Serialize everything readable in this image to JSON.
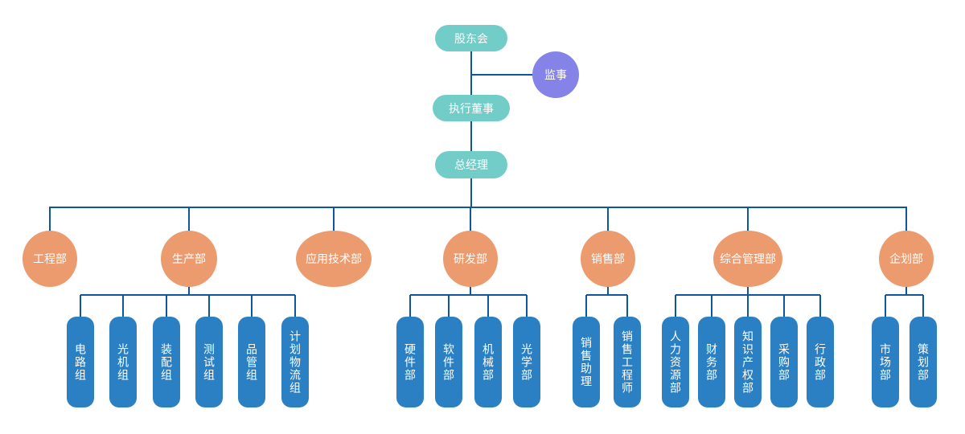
{
  "diagram": {
    "type": "org-chart",
    "governance": [
      {
        "id": "shareholders",
        "label": "股东会",
        "shape": "pill",
        "color": "teal"
      },
      {
        "id": "supervisor",
        "label": "监事",
        "shape": "circle",
        "color": "purple"
      },
      {
        "id": "executive-director",
        "label": "执行董事",
        "shape": "pill",
        "color": "teal"
      },
      {
        "id": "general-manager",
        "label": "总经理",
        "shape": "pill",
        "color": "teal"
      }
    ],
    "departments": [
      {
        "id": "engineering",
        "label": "工程部",
        "color": "orange",
        "children": []
      },
      {
        "id": "production",
        "label": "生产部",
        "color": "orange",
        "children": [
          {
            "id": "circuit-group",
            "label": "电路组"
          },
          {
            "id": "optomechanical-group",
            "label": "光机组"
          },
          {
            "id": "assembly-group",
            "label": "装配组"
          },
          {
            "id": "testing-group",
            "label": "测试组"
          },
          {
            "id": "quality-control-group",
            "label": "品管组"
          },
          {
            "id": "planning-logistics-group",
            "label": "计划物流组"
          }
        ]
      },
      {
        "id": "applied-technology",
        "label": "应用技术部",
        "color": "orange",
        "children": []
      },
      {
        "id": "rnd",
        "label": "研发部",
        "color": "orange",
        "children": [
          {
            "id": "hardware-dept",
            "label": "硬件部"
          },
          {
            "id": "software-dept",
            "label": "软件部"
          },
          {
            "id": "mechanical-dept",
            "label": "机械部"
          },
          {
            "id": "optics-dept",
            "label": "光学部"
          }
        ]
      },
      {
        "id": "sales",
        "label": "销售部",
        "color": "orange",
        "children": [
          {
            "id": "sales-assistant",
            "label": "销售助理"
          },
          {
            "id": "sales-engineer",
            "label": "销售工程师"
          }
        ]
      },
      {
        "id": "general-admin",
        "label": "综合管理部",
        "color": "orange",
        "children": [
          {
            "id": "human-resources-dept",
            "label": "人力资源部"
          },
          {
            "id": "finance-dept",
            "label": "财务部"
          },
          {
            "id": "intellectual-property-dept",
            "label": "知识产权部"
          },
          {
            "id": "purchasing-dept",
            "label": "采购部"
          },
          {
            "id": "administration-dept",
            "label": "行政部"
          }
        ]
      },
      {
        "id": "planning",
        "label": "企划部",
        "color": "orange",
        "children": [
          {
            "id": "marketing-dept",
            "label": "市场部"
          },
          {
            "id": "planning-dept",
            "label": "策划部"
          }
        ]
      }
    ]
  },
  "colors": {
    "teal": "#72ccc8",
    "purple": "#8583e8",
    "orange": "#ec9b6f",
    "blue": "#2b80c4",
    "connector": "#10569e",
    "label_text": "#ffffff",
    "background": "#ffffff"
  }
}
